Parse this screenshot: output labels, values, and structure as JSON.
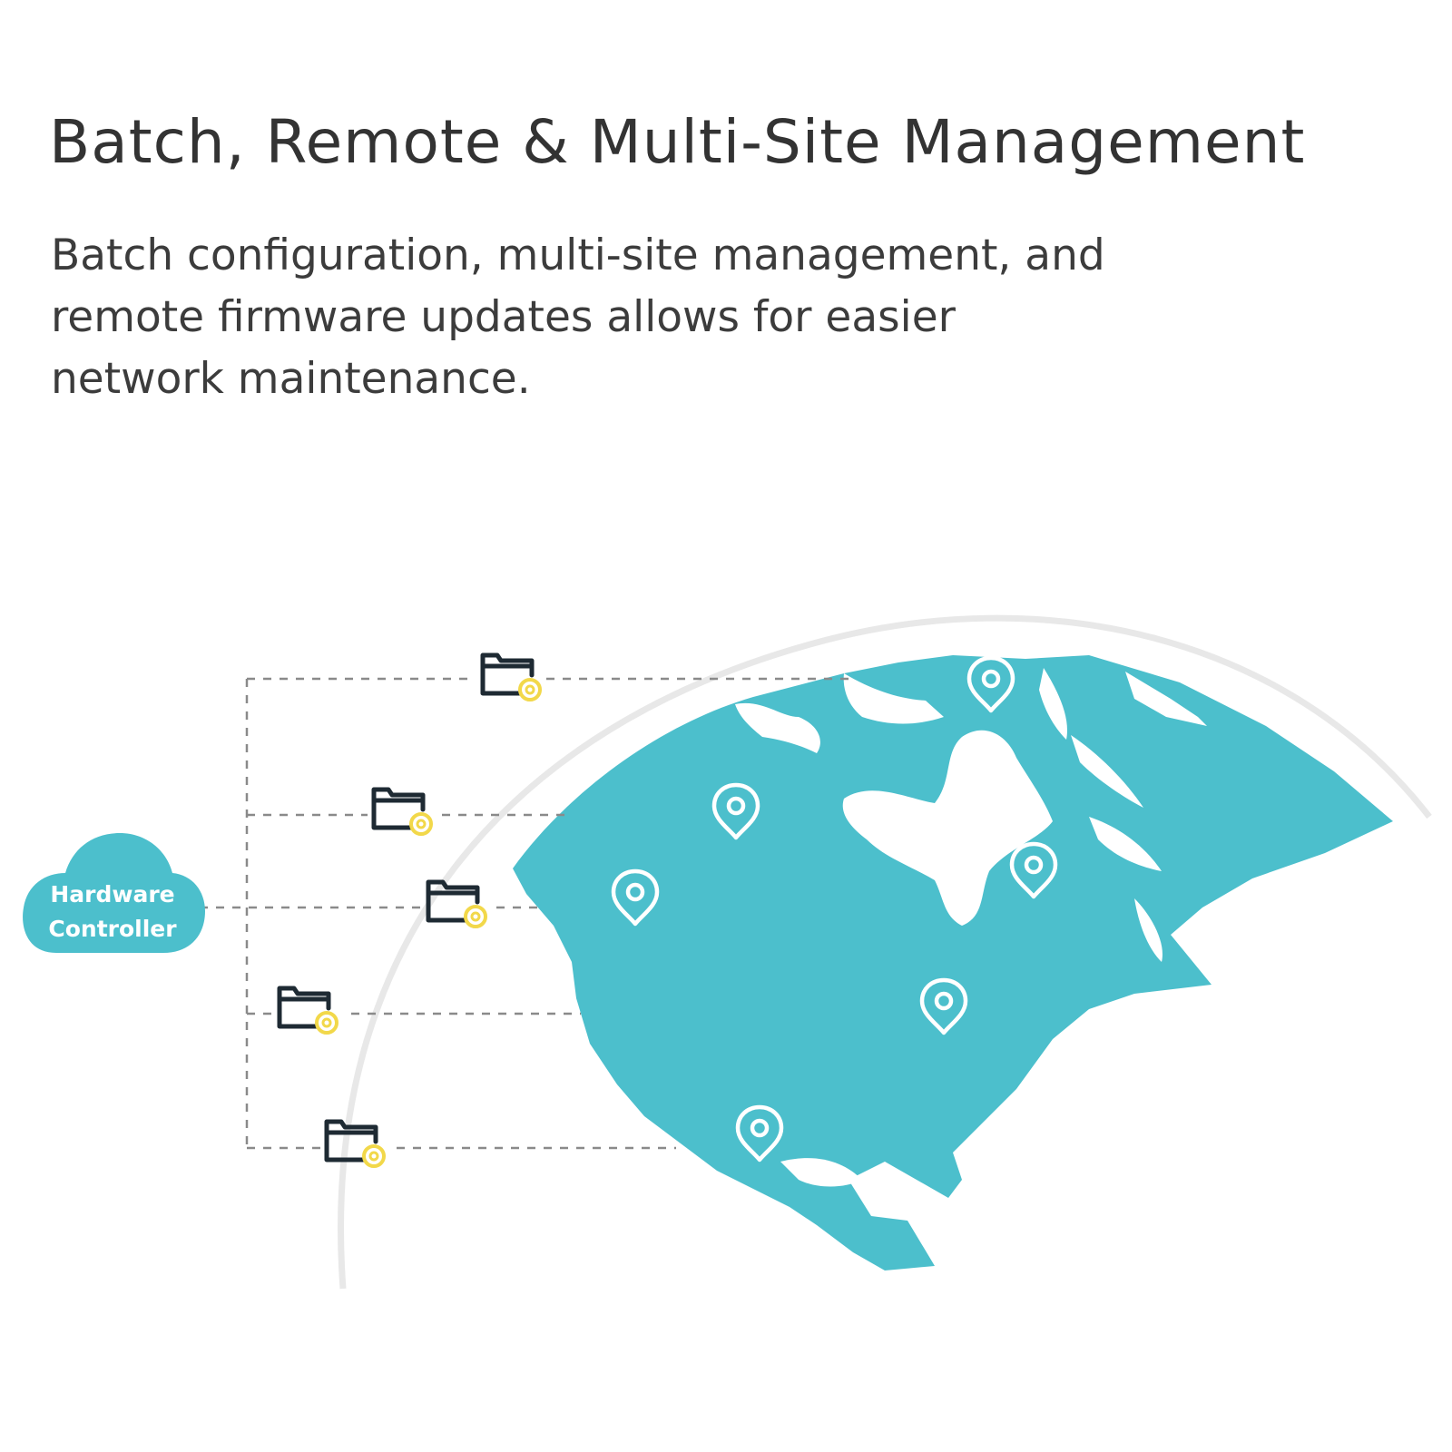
{
  "heading": {
    "title": "Batch, Remote & Multi-Site Management",
    "description": "Batch configuration, multi-site management, and\nremote firmware updates allows for easier\nnetwork maintenance."
  },
  "controller": {
    "line1": "Hardware",
    "line2": "Controller"
  },
  "icons": {
    "site_folder": "folder-with-gear-icon",
    "site_pin": "location-pin-icon",
    "controller": "cloud-icon"
  },
  "colors": {
    "map": "#4cbfcc",
    "accent": "#f2d84a",
    "folder_stroke": "#1e2a33",
    "dashed_line": "#8a8a8a",
    "globe_arc": "#e8e8e8",
    "title": "#333333"
  }
}
